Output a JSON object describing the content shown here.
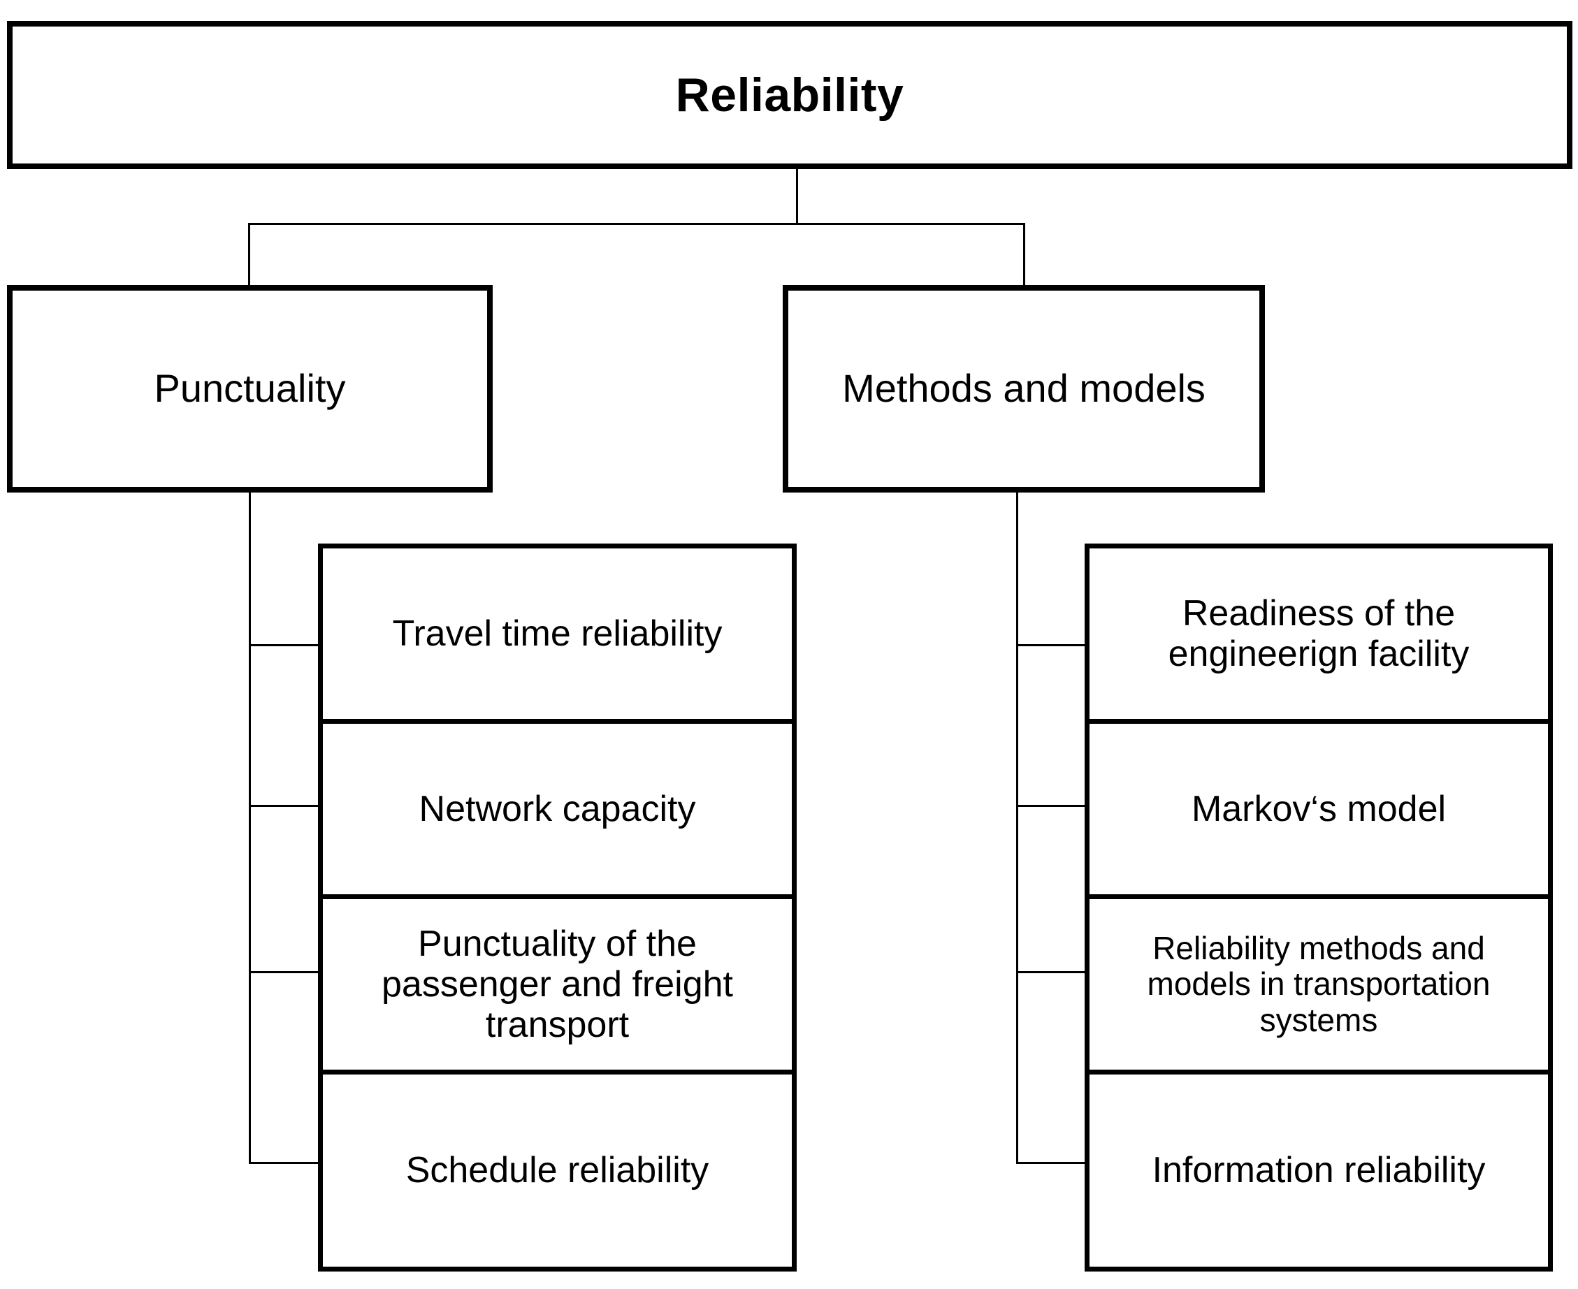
{
  "diagram": {
    "type": "hierarchy-tree",
    "orientation": "top-down",
    "colors": {
      "border": "#000000",
      "background": "#ffffff",
      "text": "#000000",
      "connector": "#000000"
    },
    "root": {
      "label": "Reliability",
      "bold": true
    },
    "branches": [
      {
        "id": "punctuality",
        "label": "Punctuality",
        "children": [
          {
            "label": "Travel time reliability"
          },
          {
            "label": "Network capacity"
          },
          {
            "label": "Punctuality of the passenger and freight transport"
          },
          {
            "label": "Schedule reliability"
          }
        ]
      },
      {
        "id": "methods-and-models",
        "label": "Methods and models",
        "children": [
          {
            "label": "Readiness of the engineerign facility"
          },
          {
            "label": "Markov‘s model"
          },
          {
            "label": "Reliability methods and models in transportation systems"
          },
          {
            "label": "Information reliability"
          }
        ]
      }
    ]
  }
}
